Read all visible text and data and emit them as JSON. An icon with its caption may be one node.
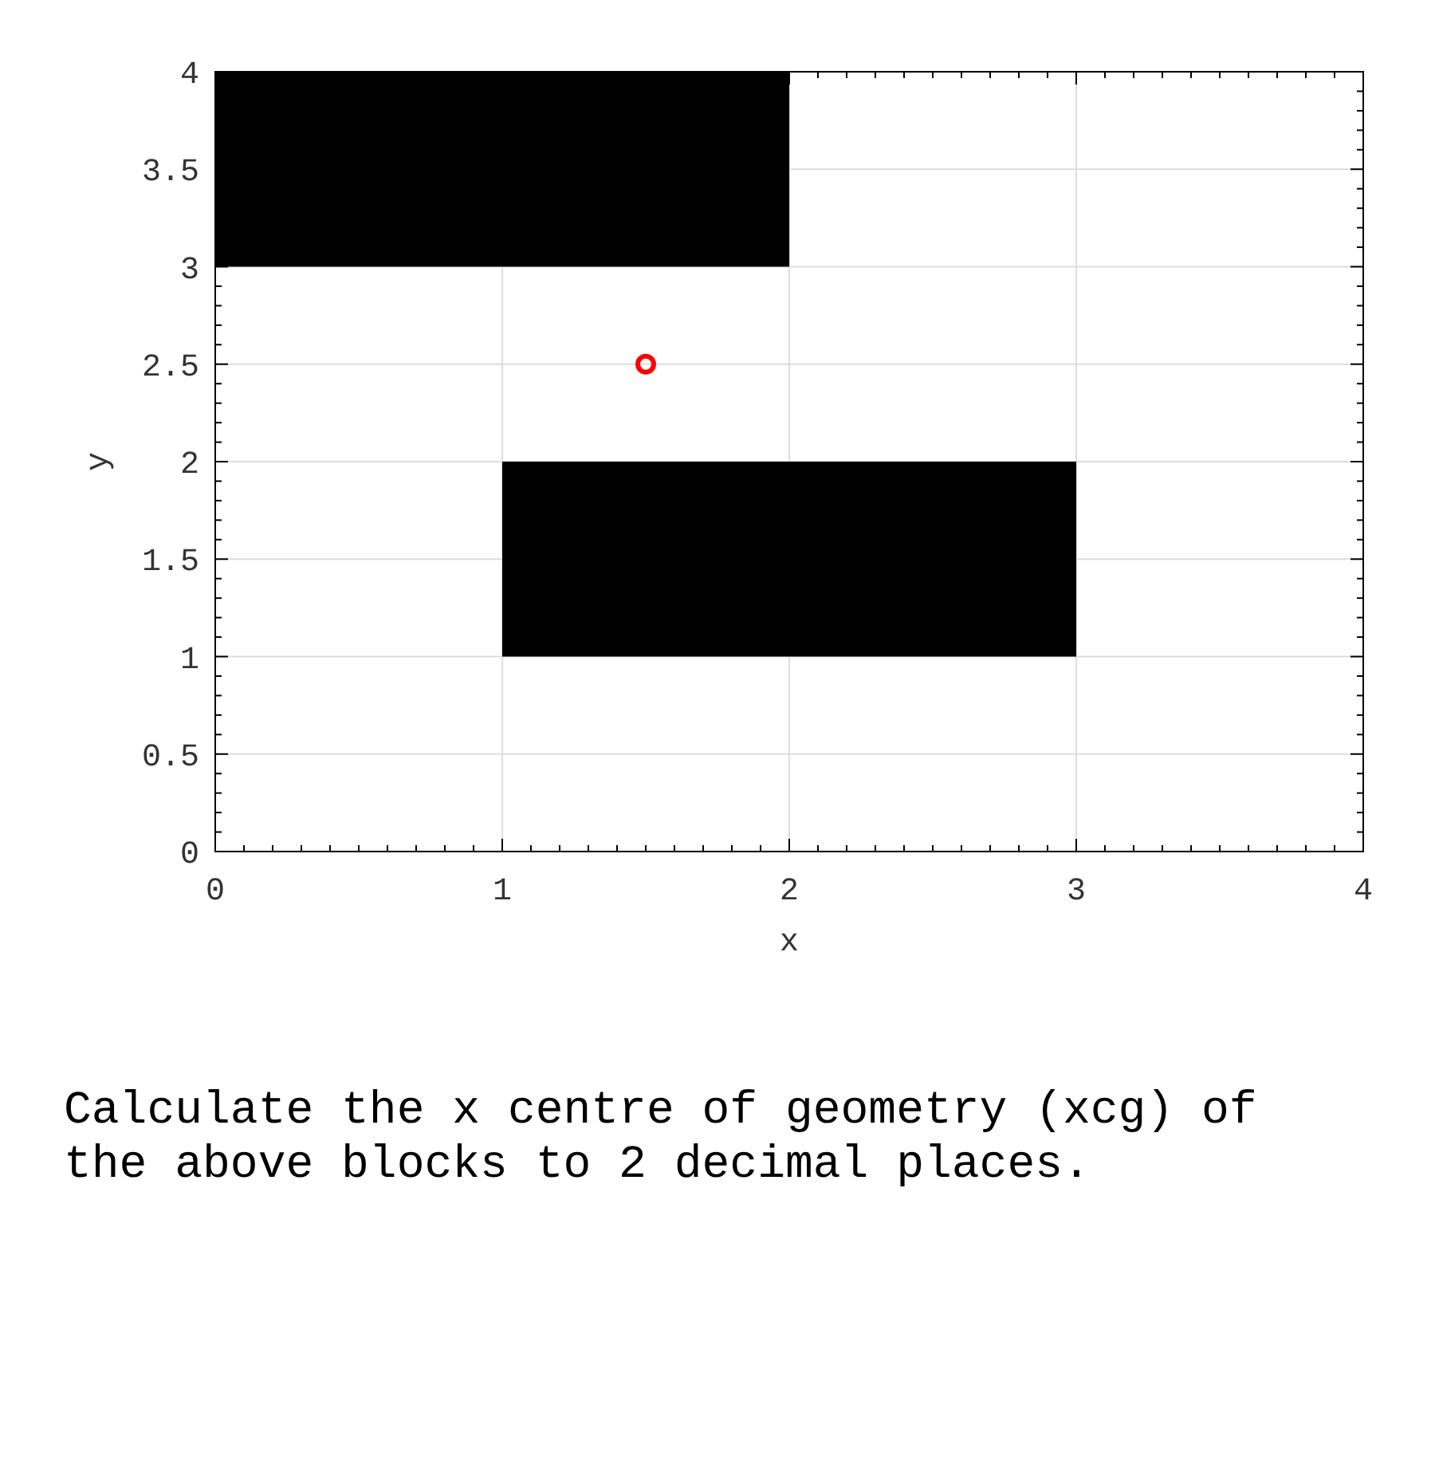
{
  "diagram": {
    "caption": "Calculate the x centre of geometry (xcg) of the above blocks to 2 decimal places.",
    "nodes": [
      {
        "text": [],
        "shape": "box"
      },
      {
        "text": [],
        "shape": "box"
      }
    ],
    "chart_data": {
      "type": "scatter",
      "grid": true,
      "xlabel": "x",
      "ylabel": "y",
      "xlim": [
        0,
        4
      ],
      "ylim": [
        0,
        4
      ],
      "xticks": [
        0,
        1,
        2,
        3,
        4
      ],
      "yticks": [
        0,
        0.5,
        1,
        1.5,
        2,
        2.5,
        3,
        3.5,
        4
      ],
      "x": [
        1.5
      ],
      "series": [
        {
          "color": "#ff0000",
          "values": [
            2.5
          ]
        }
      ]
    }
  }
}
